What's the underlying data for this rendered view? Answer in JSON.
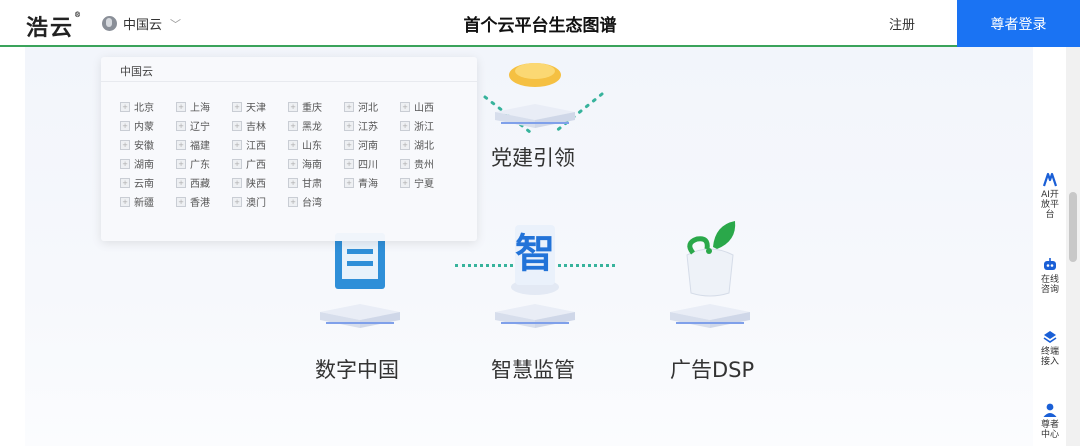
{
  "header": {
    "logo_text": "浩云",
    "logo_mark": "®",
    "region_label": "中国云",
    "title": "首个云平台生态图谱",
    "register_label": "注册",
    "login_label": "尊者登录"
  },
  "cards": [
    {
      "label": "党建引领"
    },
    {
      "label": "数字中国"
    },
    {
      "label": "智慧监管"
    },
    {
      "label": "广告DSP"
    }
  ],
  "dropdown": {
    "title": "中国云",
    "regions": [
      "北京",
      "上海",
      "天津",
      "重庆",
      "河北",
      "山西",
      "内蒙",
      "辽宁",
      "吉林",
      "黑龙",
      "江苏",
      "浙江",
      "安徽",
      "福建",
      "江西",
      "山东",
      "河南",
      "湖北",
      "湖南",
      "广东",
      "广西",
      "海南",
      "四川",
      "贵州",
      "云南",
      "西藏",
      "陕西",
      "甘肃",
      "青海",
      "宁夏",
      "新疆",
      "香港",
      "澳门",
      "台湾"
    ]
  },
  "sidebar": {
    "items": [
      {
        "label": "AI开放平台",
        "icon": "ai-icon"
      },
      {
        "label": "在线咨询",
        "icon": "robot-icon"
      },
      {
        "label": "终端接入",
        "icon": "layers-icon"
      },
      {
        "label": "尊者中心",
        "icon": "user-icon"
      }
    ]
  },
  "colors": {
    "accent": "#1a73f3",
    "header_border": "#3aa35b",
    "dotline": "#37b39c"
  }
}
